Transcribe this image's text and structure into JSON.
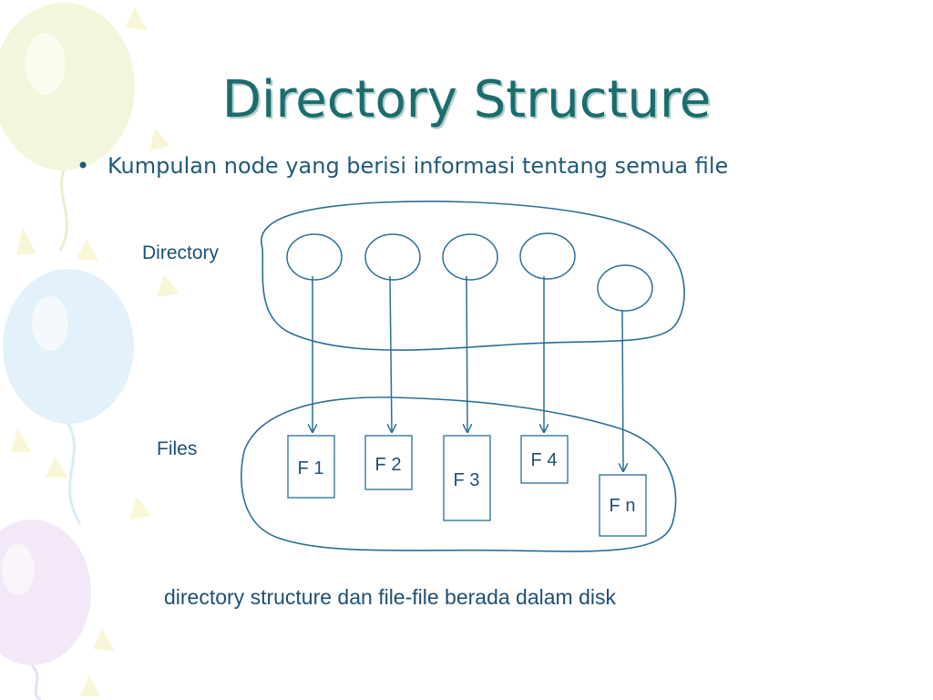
{
  "slide": {
    "title": "Directory Structure",
    "bullet": "Kumpulan node yang berisi informasi tentang semua file",
    "caption": "directory structure dan file-file berada dalam disk"
  },
  "diagram": {
    "directory_label": "Directory",
    "files_label": "Files",
    "files": [
      "F 1",
      "F 2",
      "F 3",
      "F 4",
      "F n"
    ]
  },
  "colors": {
    "title": "#1a6d6d",
    "text": "#1f4f74",
    "lines": "#2a6f95"
  }
}
